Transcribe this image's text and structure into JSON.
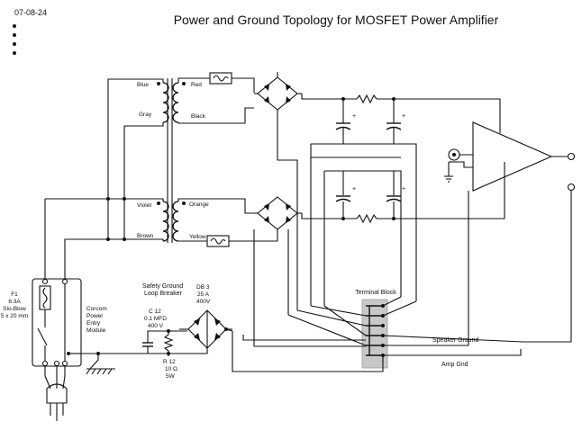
{
  "header": {
    "date": "07-08-24",
    "title": "Power and Ground Topology for MOSFET Power Amplifier",
    "menu_icon": "vertical-ellipsis-icon"
  },
  "transformer": {
    "primary_top_labels": [
      "Blue",
      "Gray"
    ],
    "primary_bottom_labels": [
      "Violet",
      "Brown"
    ],
    "secondary_top_labels": [
      "Red",
      "Black"
    ],
    "secondary_bottom_labels": [
      "Orange",
      "Yellow"
    ]
  },
  "fuse_f1": [
    "F1",
    "6.3A",
    "Slo-Blow",
    "5 x 20 mm"
  ],
  "entry_module": [
    "Corcom",
    "Power",
    "Entry",
    "Module"
  ],
  "loop_breaker": {
    "title": [
      "Safety Ground",
      "Loop Breaker"
    ],
    "cap": [
      "C 12",
      "0.1 MFD",
      "400 V"
    ],
    "resistor": [
      "R 12",
      "10 Ω",
      "5W"
    ],
    "bridge": [
      "DB 3",
      "25 A",
      "400V"
    ]
  },
  "terminal_block_label": "Terminal Block",
  "speaker_ground_label": "Speaker Ground",
  "amp_gnd_label": "Amp  Gnd",
  "cap_polarity": "+",
  "colors": {
    "ink": "#111111",
    "terminal_block": "#c8c8c8",
    "background": "#ffffff"
  }
}
